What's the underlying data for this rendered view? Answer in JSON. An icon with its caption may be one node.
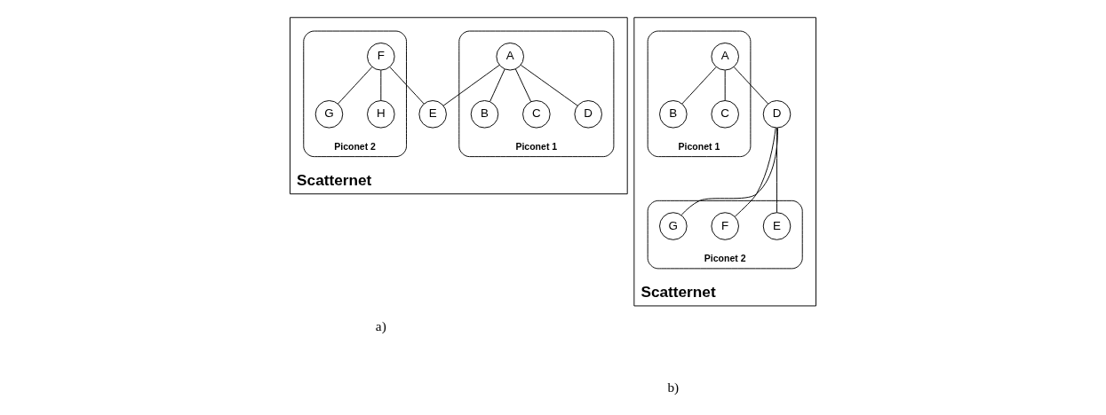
{
  "diagram": {
    "nodes": [
      {
        "text": [
          "Scatternet"
        ]
      },
      {
        "text": [
          "Piconet 1"
        ],
        "in": 0
      },
      {
        "text": [
          "Piconet 2"
        ],
        "in": 0
      },
      {
        "text": [
          "A"
        ],
        "in": 1
      },
      {
        "text": [
          "B"
        ],
        "in": 1
      },
      {
        "text": [
          "C"
        ],
        "in": 1
      },
      {
        "text": [
          "D"
        ],
        "in": 1
      },
      {
        "text": [
          "E"
        ],
        "in": 0
      },
      {
        "text": [
          "F"
        ],
        "in": 2
      },
      {
        "text": [
          "G"
        ],
        "in": 2
      },
      {
        "text": [
          "H"
        ],
        "in": 2
      },
      {
        "text": [
          "Scatternet"
        ]
      },
      {
        "text": [
          "Piconet 1"
        ],
        "in": 11
      },
      {
        "text": [
          "Piconet 2"
        ],
        "in": 11
      },
      {
        "text": [
          "A"
        ],
        "in": 12
      },
      {
        "text": [
          "B"
        ],
        "in": 12
      },
      {
        "text": [
          "C"
        ],
        "in": 12
      },
      {
        "text": [
          "D"
        ],
        "in": 11
      },
      {
        "text": [
          "E"
        ],
        "in": 13
      },
      {
        "text": [
          "F"
        ],
        "in": 13
      },
      {
        "text": [
          "G"
        ],
        "in": 13
      }
    ],
    "edges": [
      {
        "from": 3,
        "to": 4,
        "arrow": "none"
      },
      {
        "from": 3,
        "to": 5,
        "arrow": "none"
      },
      {
        "from": 3,
        "to": 6,
        "arrow": "none"
      },
      {
        "from": 3,
        "to": 7,
        "arrow": "none"
      },
      {
        "from": 8,
        "to": 7,
        "arrow": "none"
      },
      {
        "from": 8,
        "to": 9,
        "arrow": "none"
      },
      {
        "from": 8,
        "to": 10,
        "arrow": "none"
      },
      {
        "from": 14,
        "to": 15,
        "arrow": "none"
      },
      {
        "from": 14,
        "to": 16,
        "arrow": "none"
      },
      {
        "from": 14,
        "to": 17,
        "arrow": "none"
      },
      {
        "from": 17,
        "to": 18,
        "arrow": "none"
      },
      {
        "from": 17,
        "to": 19,
        "arrow": "none"
      },
      {
        "from": 17,
        "to": 20,
        "arrow": "none"
      }
    ],
    "labels": [
      "a)",
      "b)"
    ]
  }
}
